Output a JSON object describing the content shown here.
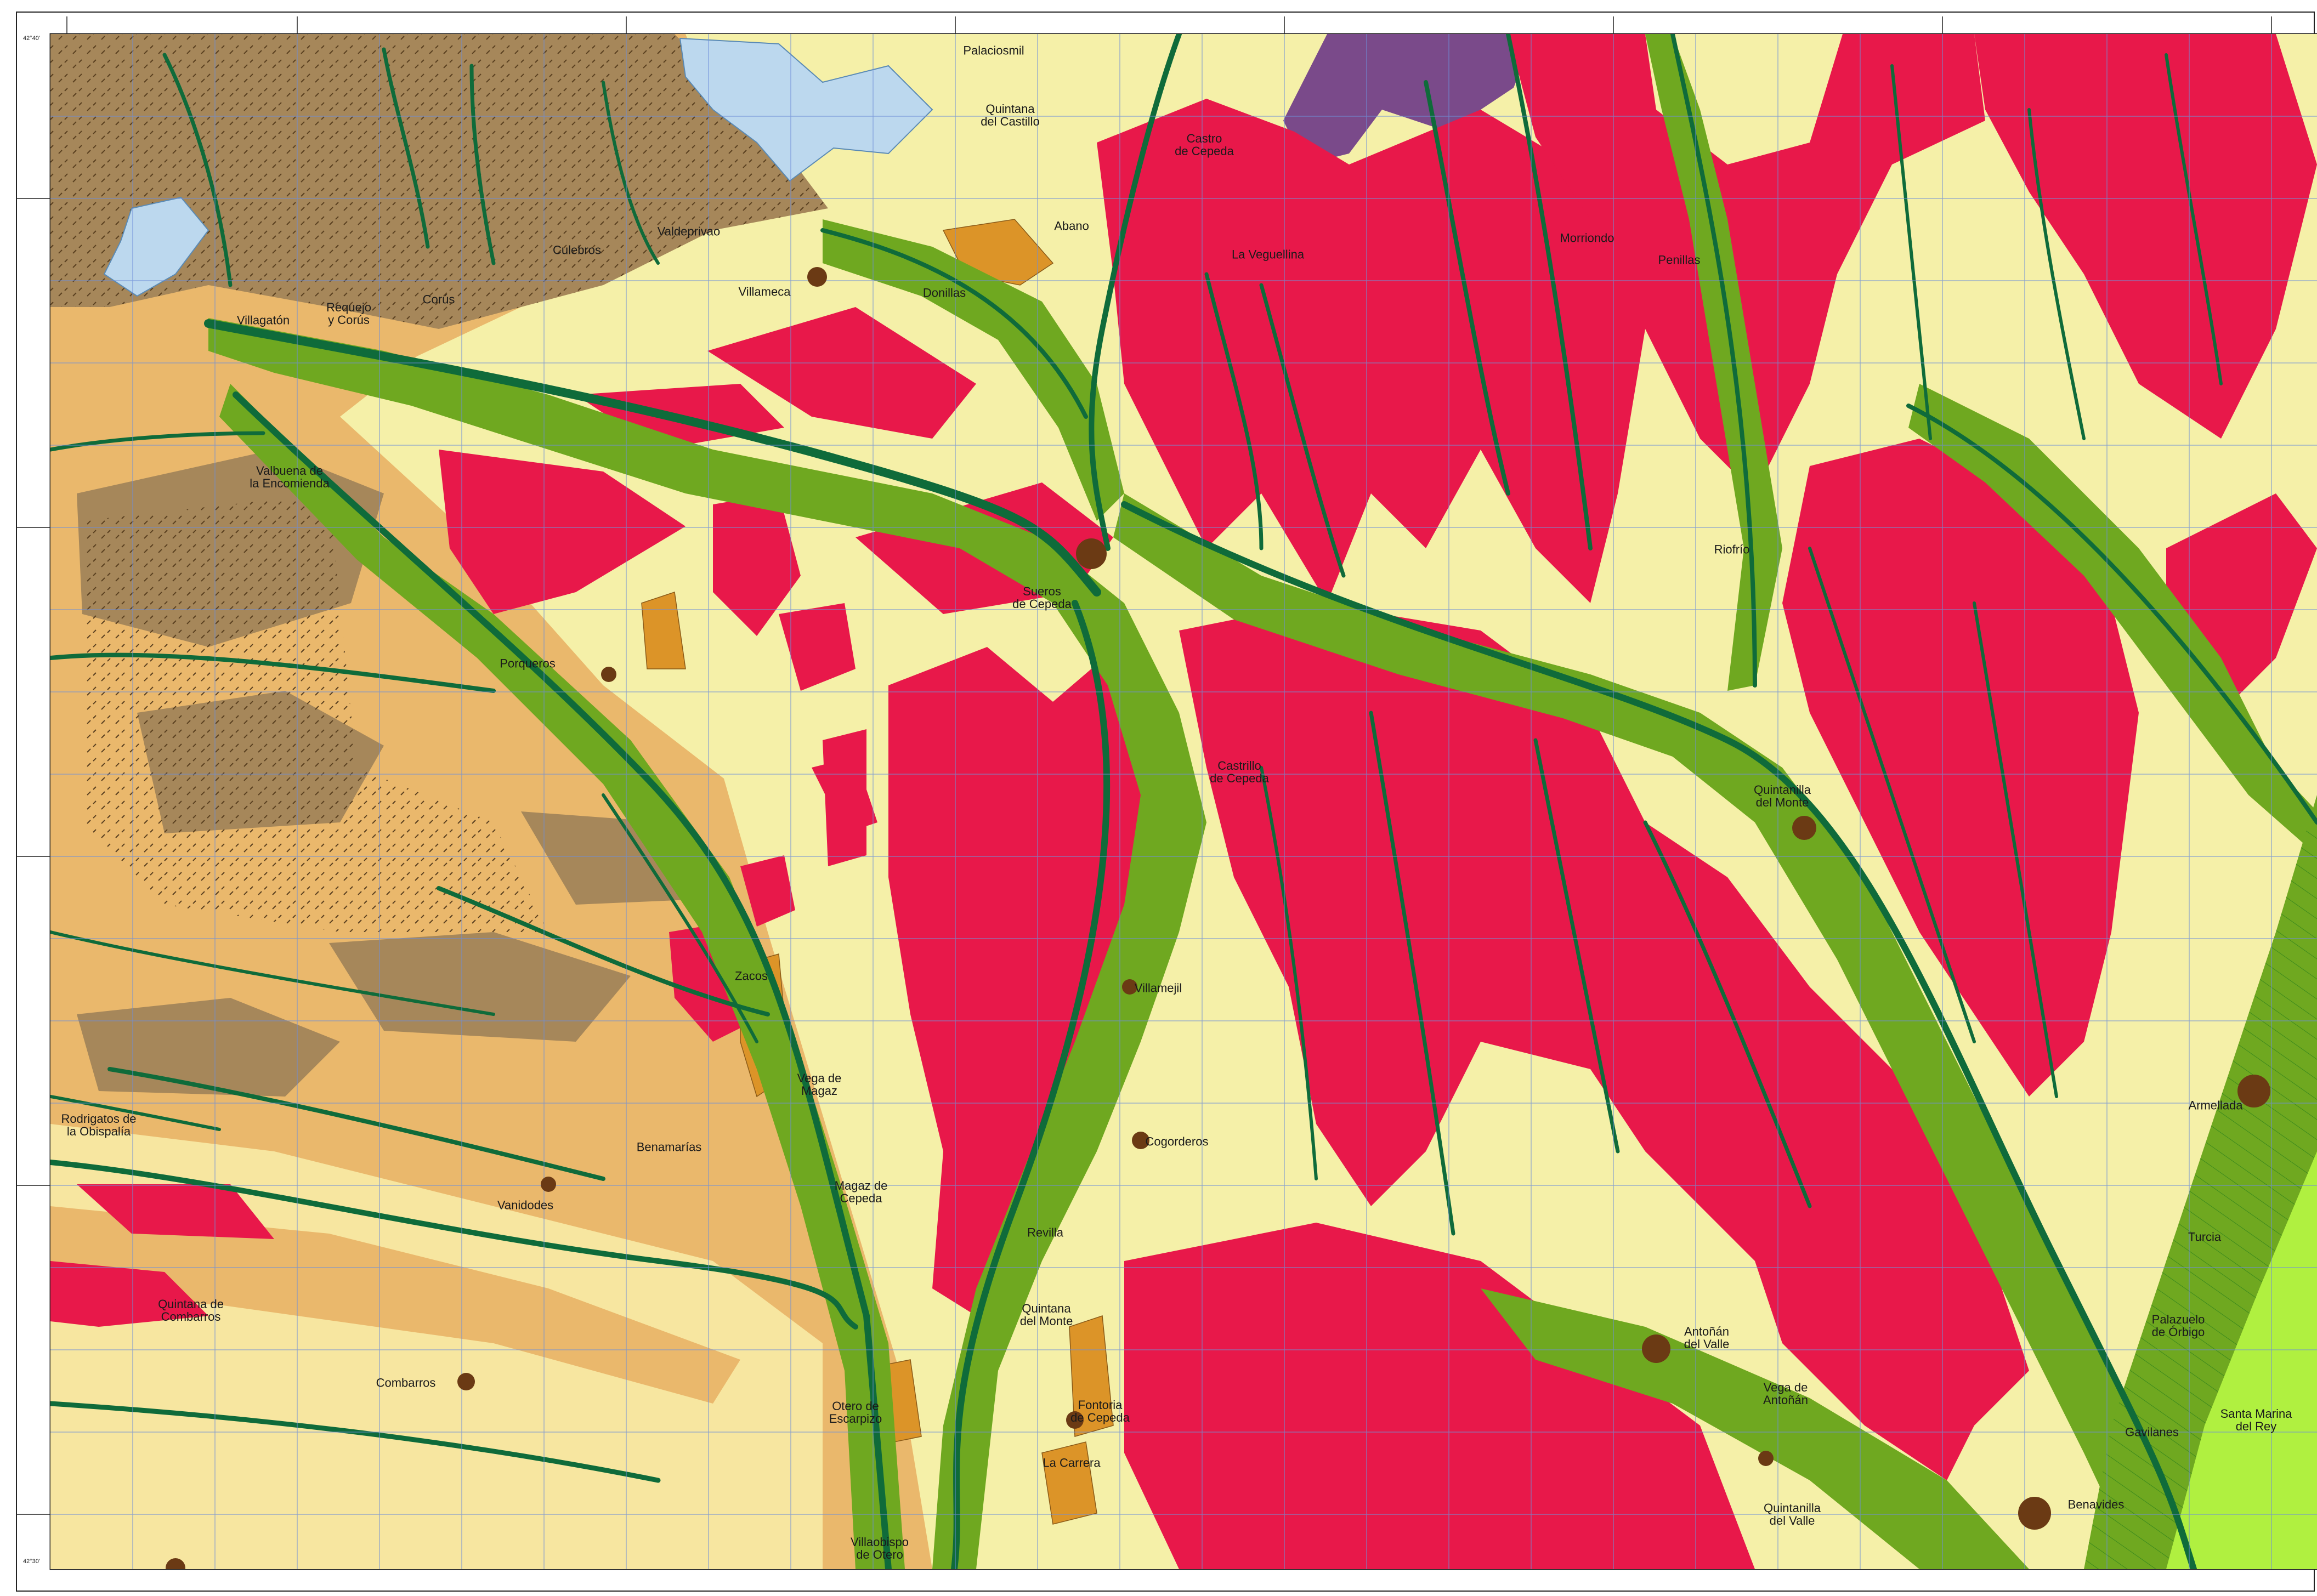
{
  "map": {
    "colors": {
      "background": "#f5f0a8",
      "terrace_light": "#f7e6a0",
      "tan": "#eab86c",
      "brown": "#a6875a",
      "crimson": "#e8184a",
      "valley_green": "#6fa820",
      "stream_green": "#0f6b3a",
      "light_green": "#8fd630",
      "bright_green": "#b0f040",
      "purple": "#7a4a8a",
      "reservoir": "#bcd8ee",
      "grid": "#6f8fd8",
      "settlement": "#6b3a14"
    },
    "frame_labels": {
      "corner_top_left": "42°40'",
      "corner_bottom_left": "42°30'"
    },
    "places": [
      {
        "name": "Palaciosmil"
      },
      {
        "name": "Quintana\ndel Castillo"
      },
      {
        "name": "Castro\nde Cepeda"
      },
      {
        "name": "Abano"
      },
      {
        "name": "Culebros"
      },
      {
        "name": "Valdeprivao"
      },
      {
        "name": "Requejo\ny Corús"
      },
      {
        "name": "Corús"
      },
      {
        "name": "Villagatón"
      },
      {
        "name": "Villameca"
      },
      {
        "name": "Donillas"
      },
      {
        "name": "La Veguellina"
      },
      {
        "name": "Morriondo"
      },
      {
        "name": "Penillas"
      },
      {
        "name": "Valbuena de\nla Encomienda"
      },
      {
        "name": "Riofrío"
      },
      {
        "name": "Sueros\nde Cepeda"
      },
      {
        "name": "Porqueros"
      },
      {
        "name": "Castrillo\nde Cepeda"
      },
      {
        "name": "Quintanilla\ndel Monte"
      },
      {
        "name": "Zacos"
      },
      {
        "name": "Villamejil"
      },
      {
        "name": "Vega de\nMagaz"
      },
      {
        "name": "Armellada"
      },
      {
        "name": "Rodrigatos de\nla Obispalía"
      },
      {
        "name": "Benamarías"
      },
      {
        "name": "Cogorderos"
      },
      {
        "name": "Magaz de\nCepeda"
      },
      {
        "name": "Vanidodes"
      },
      {
        "name": "Revilla"
      },
      {
        "name": "Turcia"
      },
      {
        "name": "Quintana de\nCombarros"
      },
      {
        "name": "Quintana\ndel Monte"
      },
      {
        "name": "Antoñán\ndel Valle"
      },
      {
        "name": "Palazuelo\nde Órbigo"
      },
      {
        "name": "Combarros"
      },
      {
        "name": "Otero de\nEscarpizo"
      },
      {
        "name": "Fontoria\nde Cepeda"
      },
      {
        "name": "Vega de\nAntoñán"
      },
      {
        "name": "Gavilanes"
      },
      {
        "name": "Santa Marina\ndel Rey"
      },
      {
        "name": "La Carrera"
      },
      {
        "name": "Quintanilla\ndel Valle"
      },
      {
        "name": "Benavides"
      },
      {
        "name": "Villaobispo\nde Otero"
      }
    ]
  }
}
